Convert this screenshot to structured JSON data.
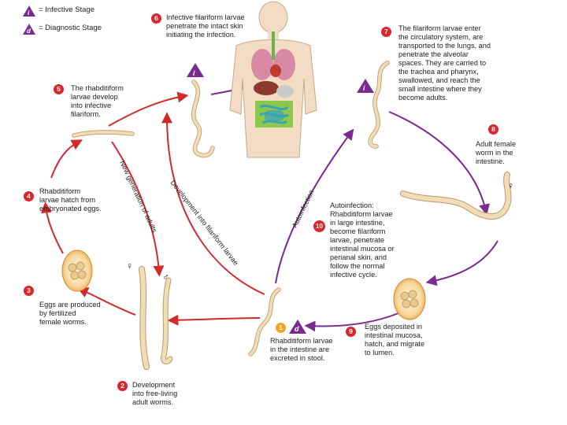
{
  "legend": {
    "infective_symbol": "i",
    "infective_label": "= Infective Stage",
    "diagnostic_symbol": "d",
    "diagnostic_label": "= Diagnostic Stage"
  },
  "steps": [
    {
      "num": "1",
      "text": [
        "Rhabditiform larvae",
        "in the intestine are",
        "excreted in stool."
      ]
    },
    {
      "num": "2",
      "text": [
        "Development",
        "into free-living",
        "adult worms."
      ]
    },
    {
      "num": "3",
      "text": [
        "Eggs are produced",
        "by fertilized",
        "female worms."
      ]
    },
    {
      "num": "4",
      "text": [
        "Rhabditiform",
        "larvae hatch from",
        "embryonated eggs."
      ]
    },
    {
      "num": "5",
      "text": [
        "The rhabditiform",
        "larvae develop",
        "into infective",
        "filariform."
      ]
    },
    {
      "num": "6",
      "text": [
        "Infective filariform larvae",
        "penetrate the intact skin",
        "initiating the infection."
      ]
    },
    {
      "num": "7",
      "text": [
        "The filariform larvae enter",
        "the circulatory system, are",
        "transported to the lungs, and",
        "penetrate the alveolar",
        "spaces. They are carried to",
        "the trachea and pharynx,",
        "swallowed, and reach the",
        "small intestine where they",
        "become adults."
      ]
    },
    {
      "num": "8",
      "text": [
        "Adult female",
        "worm in the",
        "intestine."
      ]
    },
    {
      "num": "9",
      "text": [
        "Eggs deposited in",
        "intestinal mucosa,",
        "hatch, and migrate",
        "to lumen."
      ]
    },
    {
      "num": "10",
      "text": [
        "Autoinfection:",
        "Rhabditiform larvae",
        "in large intestine,",
        "become filariform",
        "larvae, penetrate",
        "intestinal mucosa or",
        "perianal skin, and",
        "follow the normal",
        "infective cycle."
      ]
    }
  ],
  "arrow_labels": {
    "new_generation": "New generation of adults",
    "development_filariform": "Development into filariform larvae",
    "autoinfection": "Autoinfection"
  },
  "sex_symbols": {
    "female": "♀",
    "male": "♂",
    "adult_female": "♀"
  },
  "colors": {
    "red_arrow": "#d22a2a",
    "purple_arrow": "#7a2b8f",
    "worm": "#f2dcb6",
    "worm_outline": "#b89a6c",
    "badge_red": "#d8262c",
    "badge_orange": "#f2a31c",
    "legend_purple": "#7a2b8f"
  }
}
